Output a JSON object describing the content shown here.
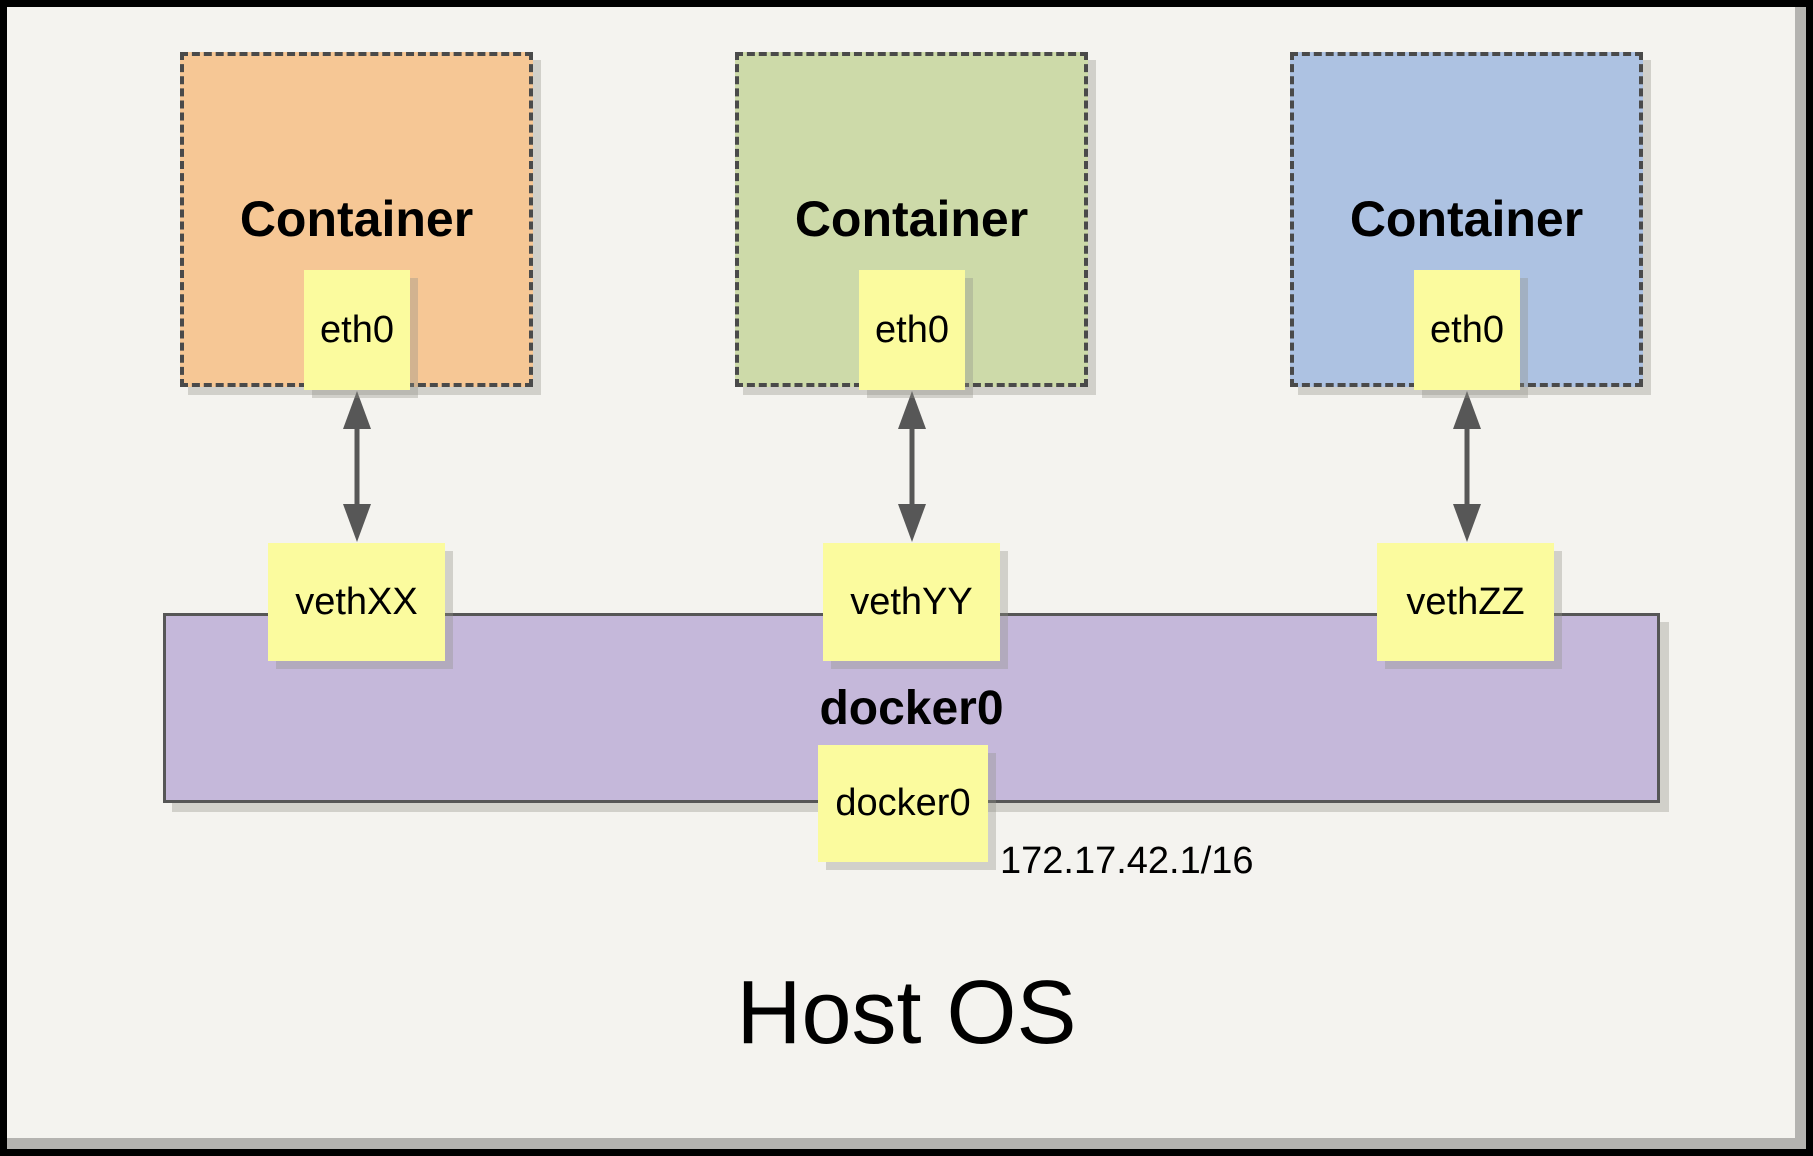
{
  "diagram": {
    "host_label": "Host OS",
    "bridge": {
      "label": "docker0",
      "interface_label": "docker0",
      "ip": "172.17.42.1/16"
    },
    "containers": [
      {
        "label": "Container",
        "interface_label": "eth0",
        "veth_label": "vethXX",
        "fill": "#f6c795"
      },
      {
        "label": "Container",
        "interface_label": "eth0",
        "veth_label": "vethYY",
        "fill": "#cddaa9"
      },
      {
        "label": "Container",
        "interface_label": "eth0",
        "veth_label": "vethZZ",
        "fill": "#adc2e2"
      }
    ],
    "colors": {
      "canvas_background": "#f4f3ef",
      "frame_border": "#000000",
      "note_yellow": "#fbfb9e",
      "bridge_purple": "#c5b8da",
      "dashed_border_gray": "#4a4a4a",
      "arrow_gray": "#575757"
    }
  }
}
